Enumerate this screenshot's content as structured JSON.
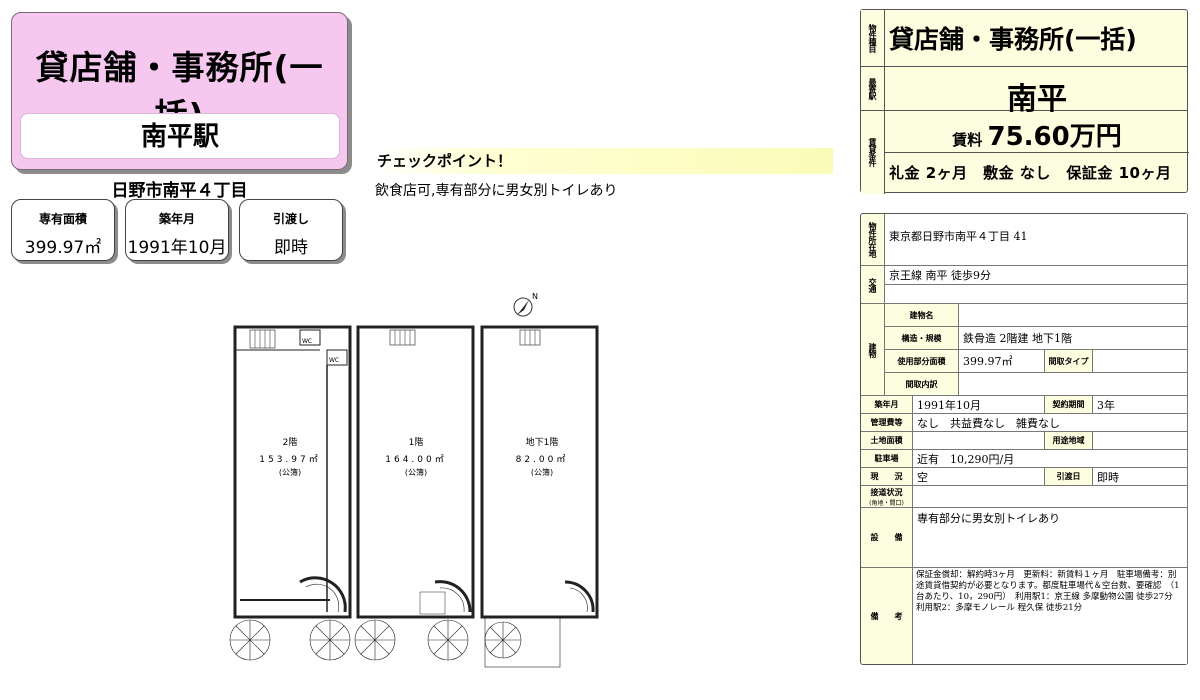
{
  "header": {
    "property_type": "貸店舗・事務所(一括)",
    "station": "南平駅",
    "address_short": "日野市南平４丁目"
  },
  "stats": [
    {
      "label": "専有面積",
      "value": "399.97㎡"
    },
    {
      "label": "築年月",
      "value": "1991年10月"
    },
    {
      "label": "引渡し",
      "value": "即時"
    }
  ],
  "checkpoint": {
    "title": "チェックポイント！",
    "text": "飲食店可,専有部分に男女別トイレあり"
  },
  "floorplan": {
    "floors": [
      {
        "name": "2階",
        "area": "153.97㎡",
        "note": "(公簿)"
      },
      {
        "name": "1階",
        "area": "164.00㎡",
        "note": "(公簿)"
      },
      {
        "name": "地下1階",
        "area": "82.00㎡",
        "note": "(公簿)"
      }
    ],
    "wc_label": "WC"
  },
  "summary": {
    "side_type": "物件種目",
    "side_station": "最寄駅",
    "side_terms": "賃貸条件",
    "type": "貸店舗・事務所(一括)",
    "station": "南平",
    "rent_label": "賃料",
    "rent_value": "75.60万円",
    "terms": "礼金 2ヶ月　敷金 なし　保証金 10ヶ月"
  },
  "detail": {
    "location_label": "物件所在地",
    "location": "東京都日野市南平４丁目 41",
    "transport_label": "交通",
    "transport": "京王線 南平 徒歩9分",
    "building_label": "建物",
    "building_name_label": "建物名",
    "building_name": "",
    "structure_label": "構造・規模",
    "structure": "鉄骨造 2階建 地下1階",
    "area_label": "使用部分面積",
    "area": "399.97㎡",
    "layout_type_label": "間取タイプ",
    "layout_type": "",
    "layout_detail_label": "間取内訳",
    "layout_detail": "",
    "built_label": "築年月",
    "built": "1991年10月",
    "contract_label": "契約期間",
    "contract": "3年",
    "mgmt_label": "管理費等",
    "mgmt": "なし　共益費なし　雑費なし",
    "land_label": "土地面積",
    "land": "",
    "zoning_label": "用途地域",
    "zoning": "",
    "parking_label": "駐車場",
    "parking": "近有　10,290円/月",
    "status_label": "現　　況",
    "status": "空",
    "handover_label": "引渡日",
    "handover": "即時",
    "road_label": "接道状況",
    "road_sub": "(角地・間口)",
    "road": "",
    "equipment_label": "設　　備",
    "equipment": "専有部分に男女別トイレあり",
    "remarks_label": "備　　考",
    "remarks": "保証金償却：解約時3ヶ月　更新料：新賃料１ヶ月　駐車場備考：別途賃貸借契約が必要となります。都度駐車場代＆空台数、要確認　（1台あたり、10，290円）　利用駅1：京王線 多摩動物公園 徒歩27分　利用駅2：多摩モノレール 程久保 徒歩21分"
  }
}
